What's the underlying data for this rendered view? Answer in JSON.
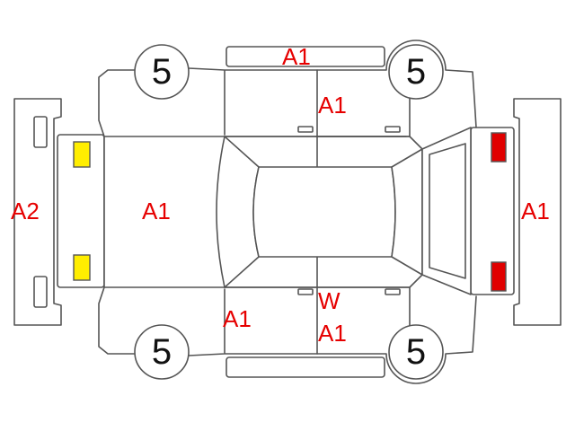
{
  "wheels": {
    "front_left": "5",
    "front_right": "5",
    "rear_left": "5",
    "rear_right": "5"
  },
  "labels": {
    "roof_top": "A1",
    "right_front_door": "A1",
    "hood": "A1",
    "front_bumper": "A2",
    "rear_bumper": "A1",
    "left_front_door": "A1",
    "left_rear_door_w": "W",
    "left_rear_door": "A1"
  },
  "colors": {
    "line": "#555555",
    "label": "#e60000",
    "headlight": "#ffee00",
    "taillight": "#e00000"
  }
}
